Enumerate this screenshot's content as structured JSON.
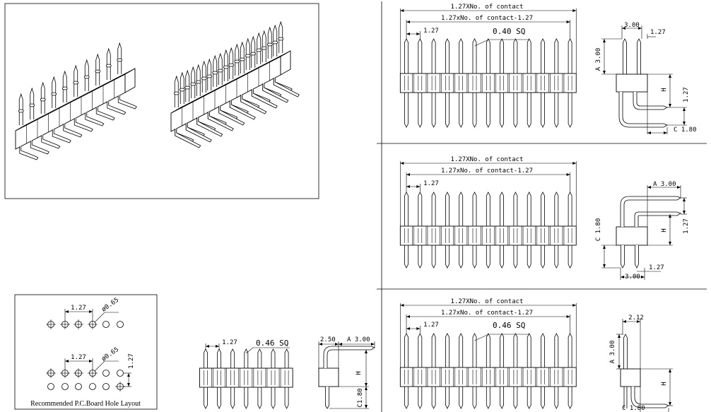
{
  "iso_view": {
    "label": ""
  },
  "pcb_layout": {
    "caption": "Recommended P.C.Board Hole Layout",
    "pitch1": "1.27",
    "dia1": "ø0.65",
    "pitch2": "1.27",
    "dia2": "ø0.65",
    "row_pitch": "1.27"
  },
  "front_small": {
    "pitch": "1.27",
    "pin_sq": "0.46 SQ"
  },
  "side_small": {
    "dim_b": "2.50",
    "dim_a": "A 3.00",
    "dim_h": "H",
    "dim_c": "C1.80"
  },
  "view1": {
    "total": "1.27XNo. of contact",
    "span": "1.27xNo. of contact-1.27",
    "pitch": "1.27",
    "pin_sq": "0.40 SQ",
    "side_top": "3.00",
    "side_pitch": "1.27",
    "side_a": "A 3.00",
    "side_h": "H",
    "side_row": "1.27",
    "side_c": "C 1.80"
  },
  "view2": {
    "total": "1.27XNo. of contact",
    "span": "1.27xNo. of contact-1.27",
    "pitch": "1.27",
    "side_a": "A 3.00",
    "side_row": "1.27",
    "side_h": "H",
    "side_c": "C 1.80",
    "side_pitch": "1.27",
    "side_bottom": "3.00"
  },
  "view3": {
    "total": "1.27XNo. of contact",
    "span": "1.27xNo. of contact-1.27",
    "pitch": "1.27",
    "pin_sq": "0.46 SQ",
    "side_top": "2.12",
    "side_a": "A 3.00",
    "side_h": "H",
    "side_c": "C 1.80"
  }
}
